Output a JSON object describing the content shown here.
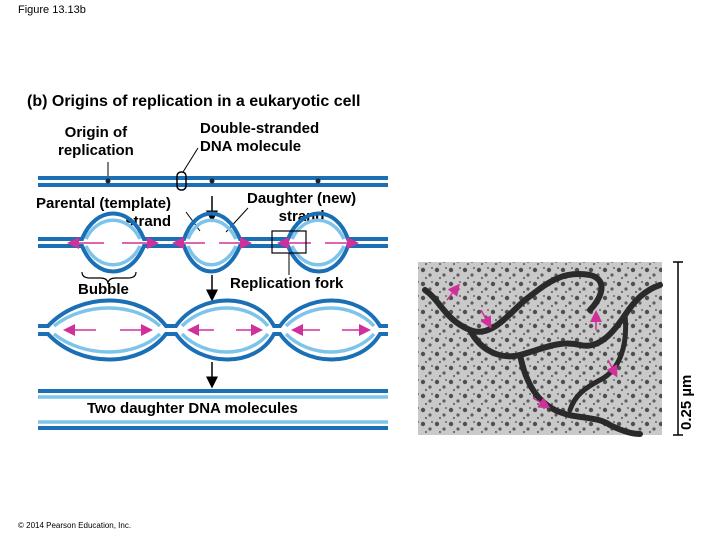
{
  "figure_label": "Figure 13.13b",
  "title": "(b) Origins of replication in a eukaryotic cell",
  "labels": {
    "origin_line1": "Origin of",
    "origin_line2": "replication",
    "dsdna_line1": "Double-stranded",
    "dsdna_line2": "DNA molecule",
    "parental_line1": "Parental (template)",
    "parental_line2": "strand",
    "daughter_line1": "Daughter (new)",
    "daughter_line2": "strand",
    "bubble": "Bubble",
    "fork": "Replication fork",
    "two_daughters": "Two daughter DNA molecules",
    "scale": "0.25 µm"
  },
  "copyright": "© 2014 Pearson Education, Inc.",
  "colors": {
    "parental_strand": "#1a6fb5",
    "daughter_strand": "#7ec4ea",
    "direction_arrow": "#d0309a",
    "micrograph_bg": "#c9c9c9",
    "micrograph_dots": "#3a3a3a"
  }
}
